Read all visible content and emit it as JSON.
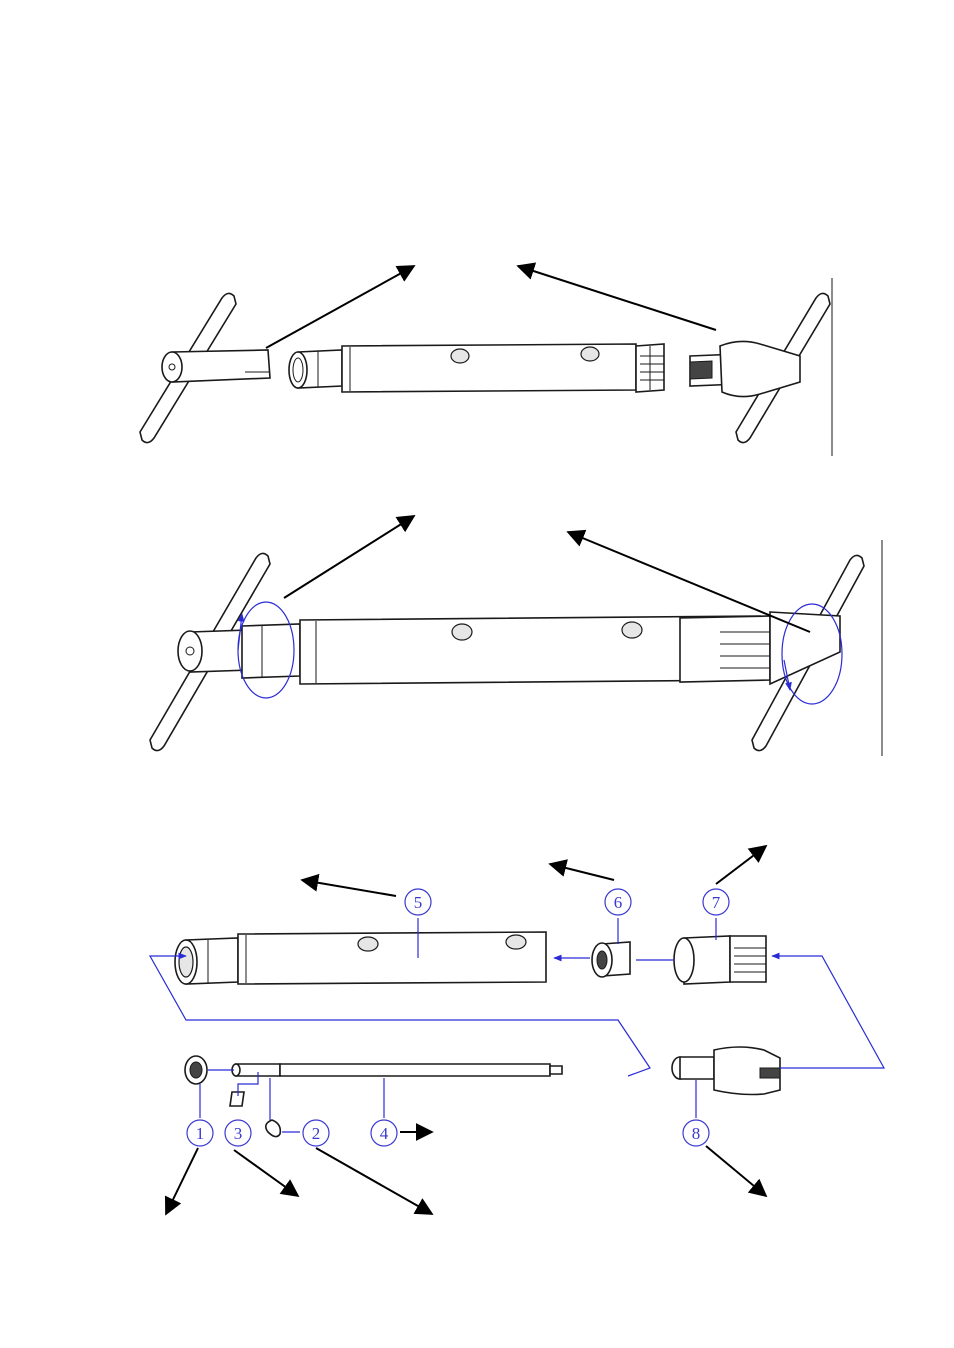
{
  "diagram": {
    "callouts": [
      {
        "number": "1"
      },
      {
        "number": "2"
      },
      {
        "number": "3"
      },
      {
        "number": "4"
      },
      {
        "number": "5"
      },
      {
        "number": "6"
      },
      {
        "number": "7"
      },
      {
        "number": "8"
      }
    ],
    "colors": {
      "line": "#1a1a1a",
      "leader": "#2b2bd6",
      "callout": "#3a3ad0",
      "arrow": "#000000"
    }
  }
}
